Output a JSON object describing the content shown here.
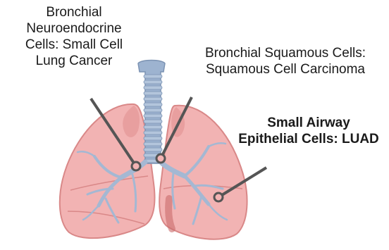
{
  "labels": {
    "neuroendocrine": [
      "Bronchial",
      "Neuroendocrine",
      "Cells: Small Cell",
      "Lung Cancer"
    ],
    "squamous": [
      "Bronchial Squamous Cells:",
      "Squamous Cell Carcinoma"
    ],
    "luad": [
      "Small Airway",
      "Epithelial Cells: LUAD"
    ]
  },
  "colors": {
    "lung_fill": "#f2b3b3",
    "lung_stroke": "#d98888",
    "lung_shadow": "#e59a9a",
    "lung_inner": "#c96b6b",
    "trachea_fill": "#9db3d0",
    "trachea_stroke": "#7c93b3",
    "bronchi": "#a4b8d3",
    "pointer": "#555555",
    "text": "#1a1a1a"
  }
}
